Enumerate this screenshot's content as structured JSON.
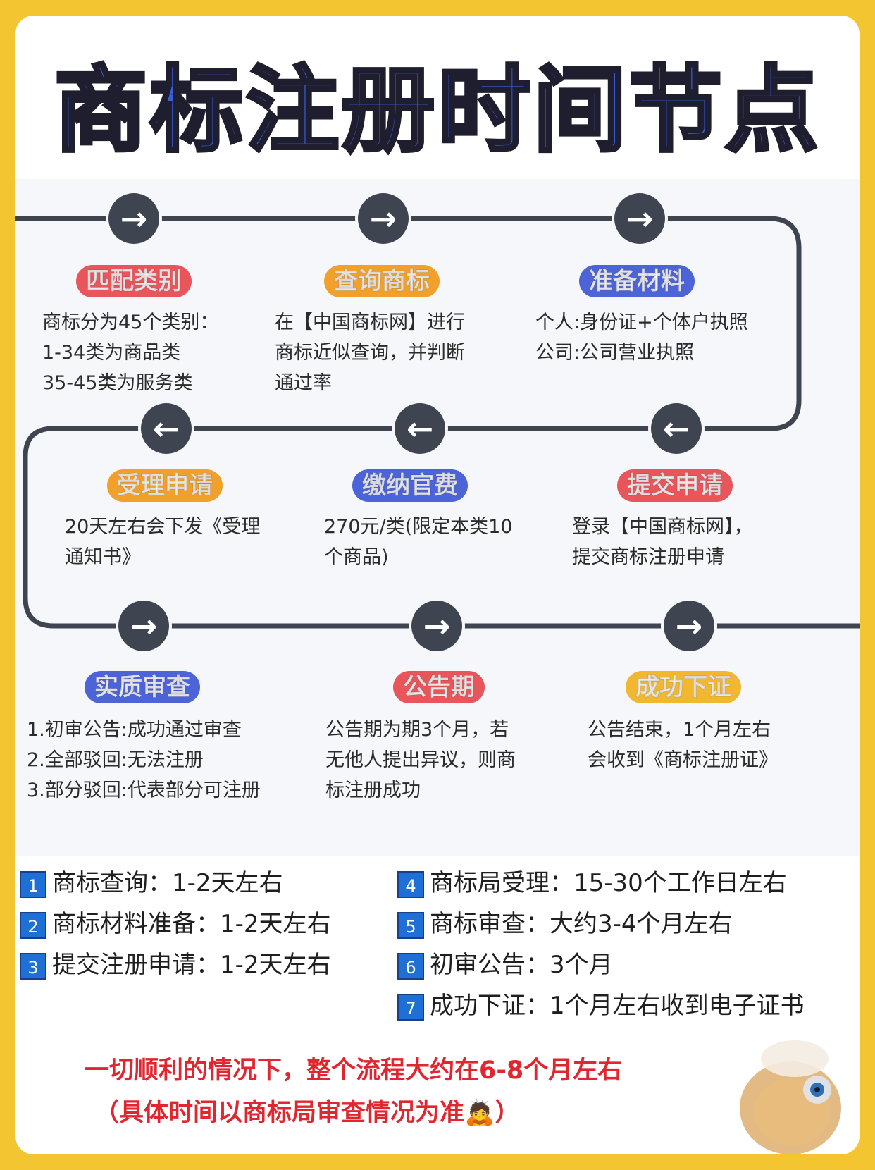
{
  "title": "商标注册时间节点",
  "colors": {
    "frame": "#f2c531",
    "title": "#3b5fd8",
    "track": "#3f4550",
    "note": "#e2262f",
    "num_badge": "#1e6fd6"
  },
  "arrows": {
    "right": "→",
    "left": "←"
  },
  "steps": [
    {
      "label": "匹配类别",
      "color": "#e8555b",
      "lines": [
        "商标分为45个类别：",
        "1-34类为商品类",
        "35-45类为服务类"
      ]
    },
    {
      "label": "查询商标",
      "color": "#f0a02b",
      "lines": [
        "在【中国商标网】进行",
        "商标近似查询，并判断",
        "通过率"
      ]
    },
    {
      "label": "准备材料",
      "color": "#4d63d8",
      "lines": [
        "个人:身份证+个体户执照",
        "公司:公司营业执照"
      ]
    },
    {
      "label": "受理申请",
      "color": "#f0a02b",
      "lines": [
        "20天左右会下发《受理",
        "通知书》"
      ]
    },
    {
      "label": "缴纳官费",
      "color": "#4d63d8",
      "lines": [
        "270元/类(限定本类10",
        "个商品)"
      ]
    },
    {
      "label": "提交申请",
      "color": "#e8555b",
      "lines": [
        "登录【中国商标网】，",
        "提交商标注册申请"
      ]
    },
    {
      "label": "实质审查",
      "color": "#4d63d8",
      "lines": [
        "1.初审公告:成功通过审查",
        "2.全部驳回:无法注册",
        "3.部分驳回:代表部分可注册"
      ]
    },
    {
      "label": "公告期",
      "color": "#e8555b",
      "lines": [
        "公告期为期3个月，若",
        "无他人提出异议，则商",
        "标注册成功"
      ]
    },
    {
      "label": "成功下证",
      "color": "#f2b730",
      "lines": [
        "公告结束，1个月左右",
        "会收到《商标注册证》"
      ]
    }
  ],
  "timeline": [
    {
      "num": "1",
      "text": "商标查询：1-2天左右"
    },
    {
      "num": "2",
      "text": "商标材料准备：1-2天左右"
    },
    {
      "num": "3",
      "text": "提交注册申请：1-2天左右"
    },
    {
      "num": "4",
      "text": "商标局受理：15-30个工作日左右"
    },
    {
      "num": "5",
      "text": "商标审查：大约3-4个月左右"
    },
    {
      "num": "6",
      "text": "初审公告：3个月"
    },
    {
      "num": "7",
      "text": "成功下证：1个月左右收到电子证书"
    }
  ],
  "note": {
    "line1": "一切顺利的情况下，整个流程大约在6-8个月左右",
    "line2": "（具体时间以商标局审查情况为准",
    "line2_end": "）",
    "emoji": "🙇"
  }
}
